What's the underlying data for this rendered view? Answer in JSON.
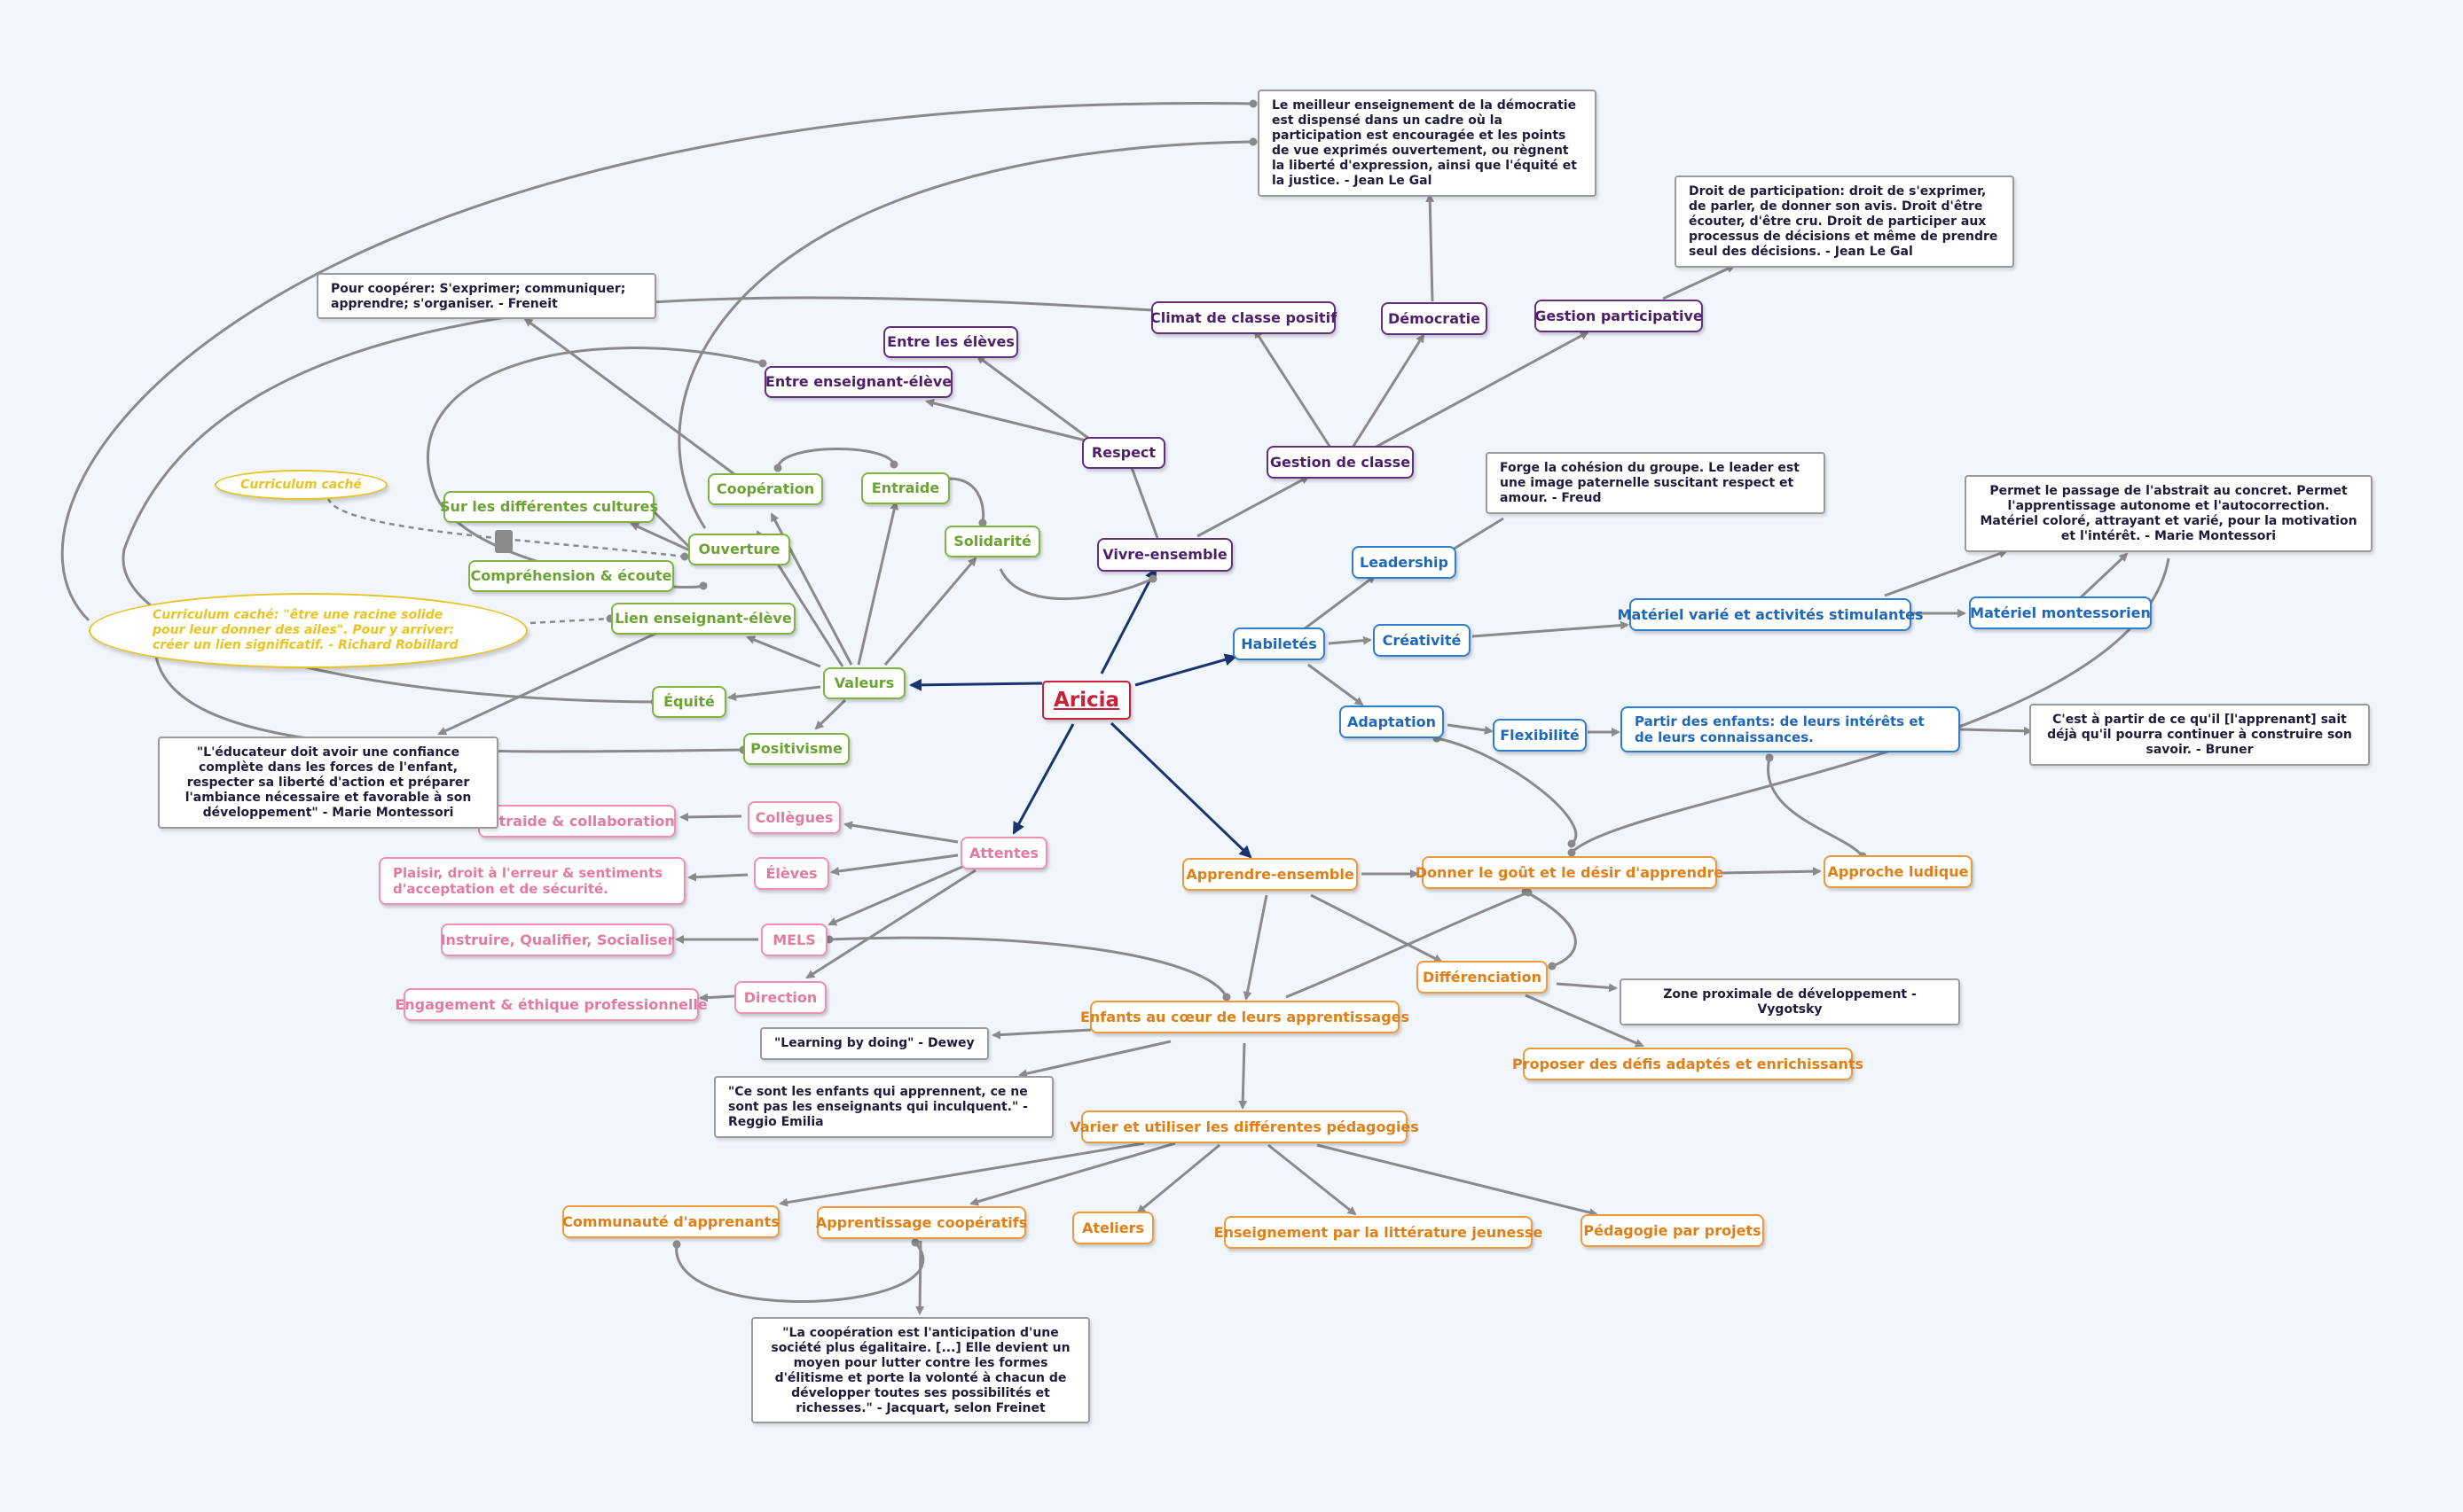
{
  "root": "Aricia",
  "valeurs": {
    "label": "Valeurs",
    "items": {
      "cooperation": "Coopération",
      "entraide": "Entraide",
      "solidarite": "Solidarité",
      "ouverture": "Ouverture",
      "cultures": "Sur les différentes cultures",
      "comprehension": "Compréhension & écoute",
      "lien": "Lien enseignant-élève",
      "equite": "Équité",
      "positivisme": "Positivisme"
    }
  },
  "vivre": {
    "label": "Vivre-ensemble",
    "respect": "Respect",
    "entre_eleves": "Entre les élèves",
    "entre_ens": "Entre enseignant-élève",
    "gestion_classe": "Gestion de classe",
    "climat": "Climat de classe positif",
    "democratie": "Démocratie",
    "gestion_part": "Gestion participative"
  },
  "habiletes": {
    "label": "Habiletés",
    "leadership": "Leadership",
    "creativite": "Créativité",
    "adaptation": "Adaptation",
    "flexibilite": "Flexibilité",
    "materiel_varie": "Matériel varié et activités stimulantes",
    "materiel_montessori": "Matériel montessorien",
    "partir_enfants": "Partir des enfants: de leurs intérêts et de leurs connaissances."
  },
  "apprendre": {
    "label": "Apprendre-ensemble",
    "gout": "Donner le goût et le désir d'apprendre",
    "ludique": "Approche ludique",
    "differenciation": "Différenciation",
    "defis": "Proposer des défis adaptés et enrichissants",
    "enfants": "Enfants au cœur de leurs apprentissages",
    "varier": "Varier et utiliser les différentes pédagogies",
    "communaute": "Communauté d'apprenants",
    "coop_app": "Apprentissage coopératifs",
    "ateliers": "Ateliers",
    "litterature": "Enseignement par la littérature jeunesse",
    "projets": "Pédagogie par projets"
  },
  "attentes": {
    "label": "Attentes",
    "collegues": "Collègues",
    "eleves": "Élèves",
    "mels": "MELS",
    "direction": "Direction",
    "entraide_collab": "Entraide & collaboration",
    "plaisir": "Plaisir, droit à l'erreur & sentiments d'acceptation et de sécurité.",
    "instruire": "Instruire, Qualifier, Socialiser",
    "engagement": "Engagement & éthique professionnelle"
  },
  "notes": {
    "legal_democratie": "Le meilleur enseignement de la démocratie est dispensé dans un cadre où la participation est encouragée et les points de vue exprimés ouvertement, ou règnent la liberté d'expression, ainsi que l'équité et la justice. - Jean Le Gal",
    "droit_participation": "Droit de participation: droit de s'exprimer, de parler, de donner son avis. Droit d'être écouter, d'être cru. Droit de participer aux processus de décisions et même de prendre seul des décisions. - Jean Le Gal",
    "freneit": "Pour coopérer: S'exprimer; communiquer; apprendre; s'organiser. - Freneit",
    "freud": "Forge la cohésion du groupe. Le leader est une image paternelle suscitant respect et amour. - Freud",
    "montessori_abstrait": "Permet le passage de l'abstrait au concret. Permet l'apprentissage autonome et l'autocorrection. Matériel coloré, attrayant et varié, pour la motivation et l'intérêt. - Marie Montessori",
    "bruner": "C'est à partir de ce qu'il [l'apprenant]  sait déjà qu'il pourra continuer à construire son savoir. - Bruner",
    "montessori_educateur": "\"L'éducateur doit avoir une confiance complète dans les forces de l'enfant, respecter sa liberté d'action et préparer l'ambiance nécessaire et favorable à son développement\" - Marie Montessori",
    "dewey": "\"Learning by doing\" - Dewey",
    "reggio": "\"Ce sont les enfants qui apprennent, ce ne sont pas les enseignants qui inculquent.\" - Reggio Emilia",
    "vygotsky": "Zone proximale de développement - Vygotsky",
    "jacquart": "\"La coopération est l'anticipation d'une société plus égalitaire. [...] Elle devient un moyen pour lutter contre les formes d'élitisme et porte la volonté à chacun de développer toutes ses possibilités et richesses.\" - Jacquart, selon Freinet"
  },
  "curriculum": {
    "small": "Curriculum caché",
    "large": "Curriculum caché: \"être une racine solide pour leur donner des ailes\". Pour y arriver: créer un lien significatif. - Richard Robillard"
  },
  "colors": {
    "background": "#f1f5fd",
    "root": "#c8213a",
    "main_arrow": "#1b3470",
    "link": "#8a8a8a",
    "purple": "#62307c",
    "green": "#7fb441",
    "blue": "#2f7dd0",
    "orange": "#ee9a3a",
    "pink": "#ef8fb3",
    "yellow": "#e8c322"
  }
}
